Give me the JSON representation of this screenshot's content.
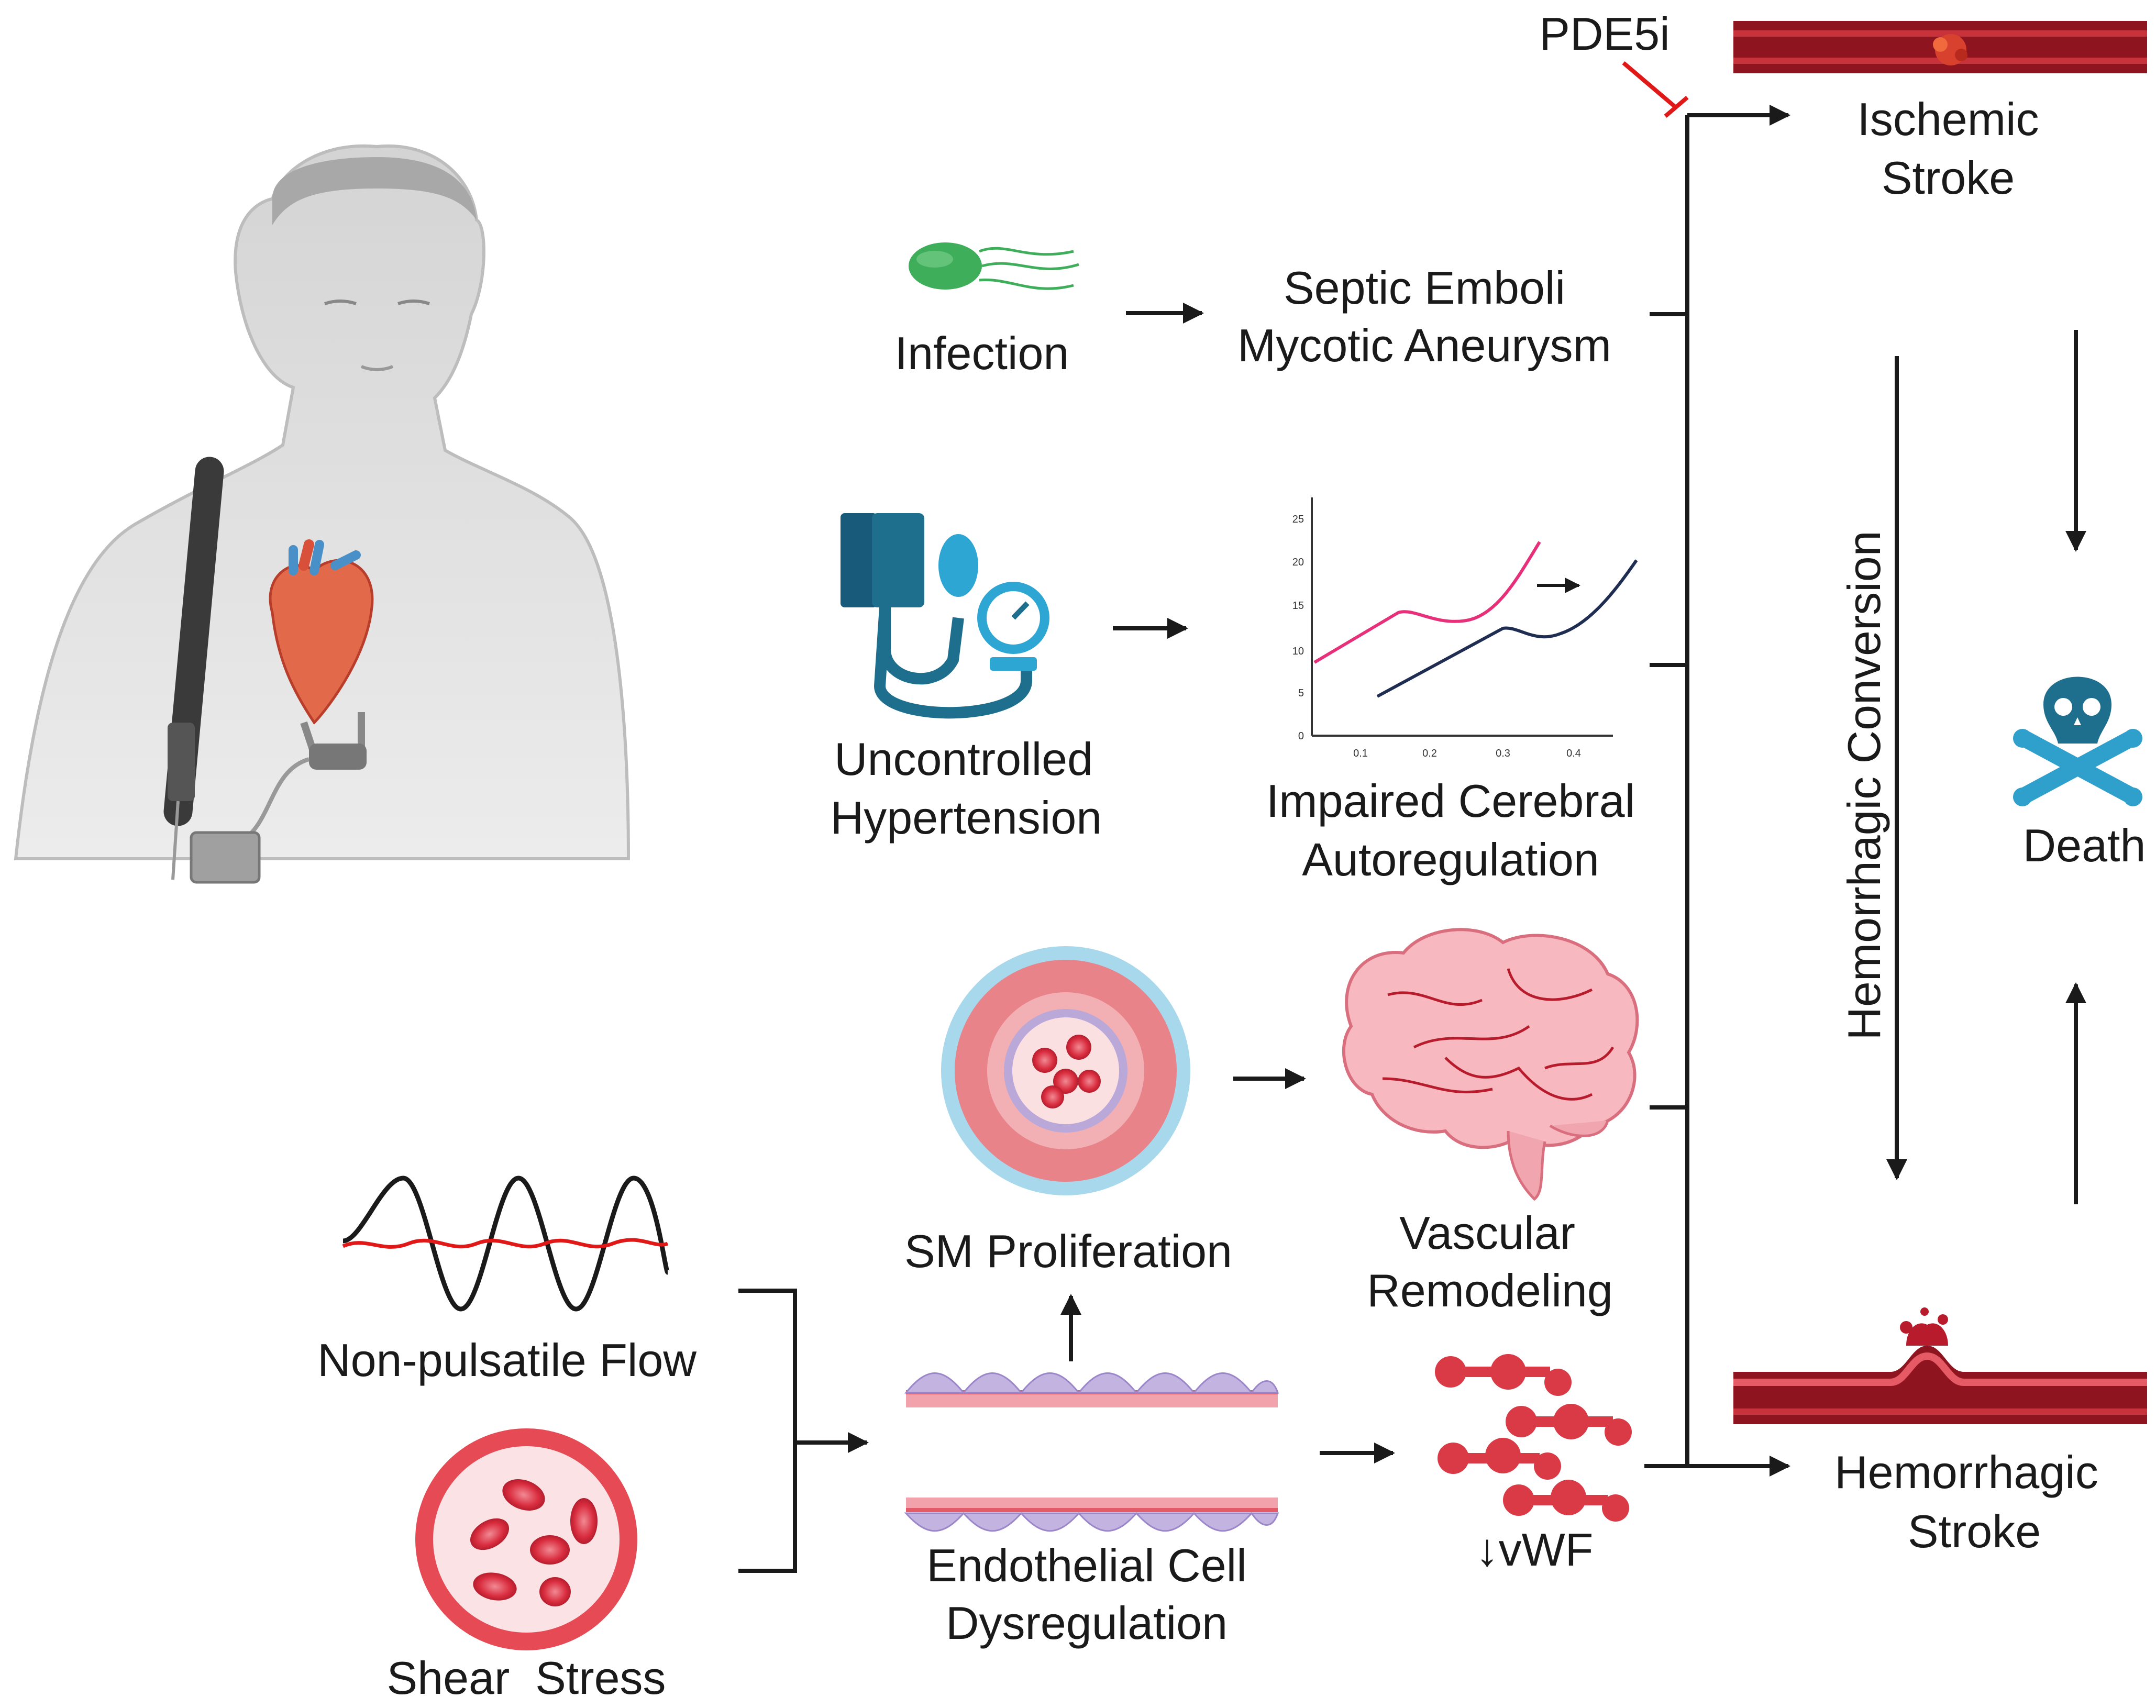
{
  "labels": {
    "pde5i": "PDE5i",
    "ischemic_stroke": [
      "Ischemic",
      "Stroke"
    ],
    "infection": "Infection",
    "septic_emboli": [
      "Septic Emboli",
      "Mycotic Aneurysm"
    ],
    "hypertension": [
      "Uncontrolled",
      "Hypertension"
    ],
    "autoregulation": [
      "Impaired Cerebral",
      "Autoregulation"
    ],
    "hemorrhagic_conversion": "Hemorrhagic Conversion",
    "death": "Death",
    "sm_proliferation": "SM Proliferation",
    "vascular_remodeling": [
      "Vascular",
      "Remodeling"
    ],
    "non_pulsatile_flow": "Non-pulsatile Flow",
    "shear_stress": "Shear  Stress",
    "endothelial": [
      "Endothelial Cell",
      "Dysregulation"
    ],
    "vwf": "↓vWF",
    "hemorrhagic_stroke": [
      "Hemorrhagic",
      "Stroke"
    ]
  },
  "autoregulation_graph": {
    "y_ticks": [
      "0",
      "5",
      "10",
      "15",
      "20",
      "25"
    ],
    "x_ticks": [
      "0.1",
      "0.2",
      "0.3",
      "0.4"
    ]
  },
  "icons": {
    "human": "human-torso-with-lvad-icon",
    "bacterium": "bacterium-icon",
    "bp_cuff": "blood-pressure-cuff-icon",
    "vessel_cross": "vessel-cross-section-icon",
    "brain": "brain-icon",
    "waves": "waveform-icon",
    "rbc_circle": "red-blood-cells-icon",
    "endothelium": "endothelial-layer-icon",
    "vwf": "vwf-multimer-icon",
    "clot_vessel": "clotted-vessel-icon",
    "bleed_vessel": "ruptured-vessel-icon",
    "skull": "skull-crossbones-icon"
  },
  "colors": {
    "artery_dark": "#8e1520",
    "artery_mid": "#c8323a",
    "pink_curve": "#e8307a",
    "navy_curve": "#1f2d52",
    "skull": "#1e6f8e",
    "bacterium": "#3fae5a",
    "wave_red": "#e01818",
    "inhibition": "#e01818"
  }
}
